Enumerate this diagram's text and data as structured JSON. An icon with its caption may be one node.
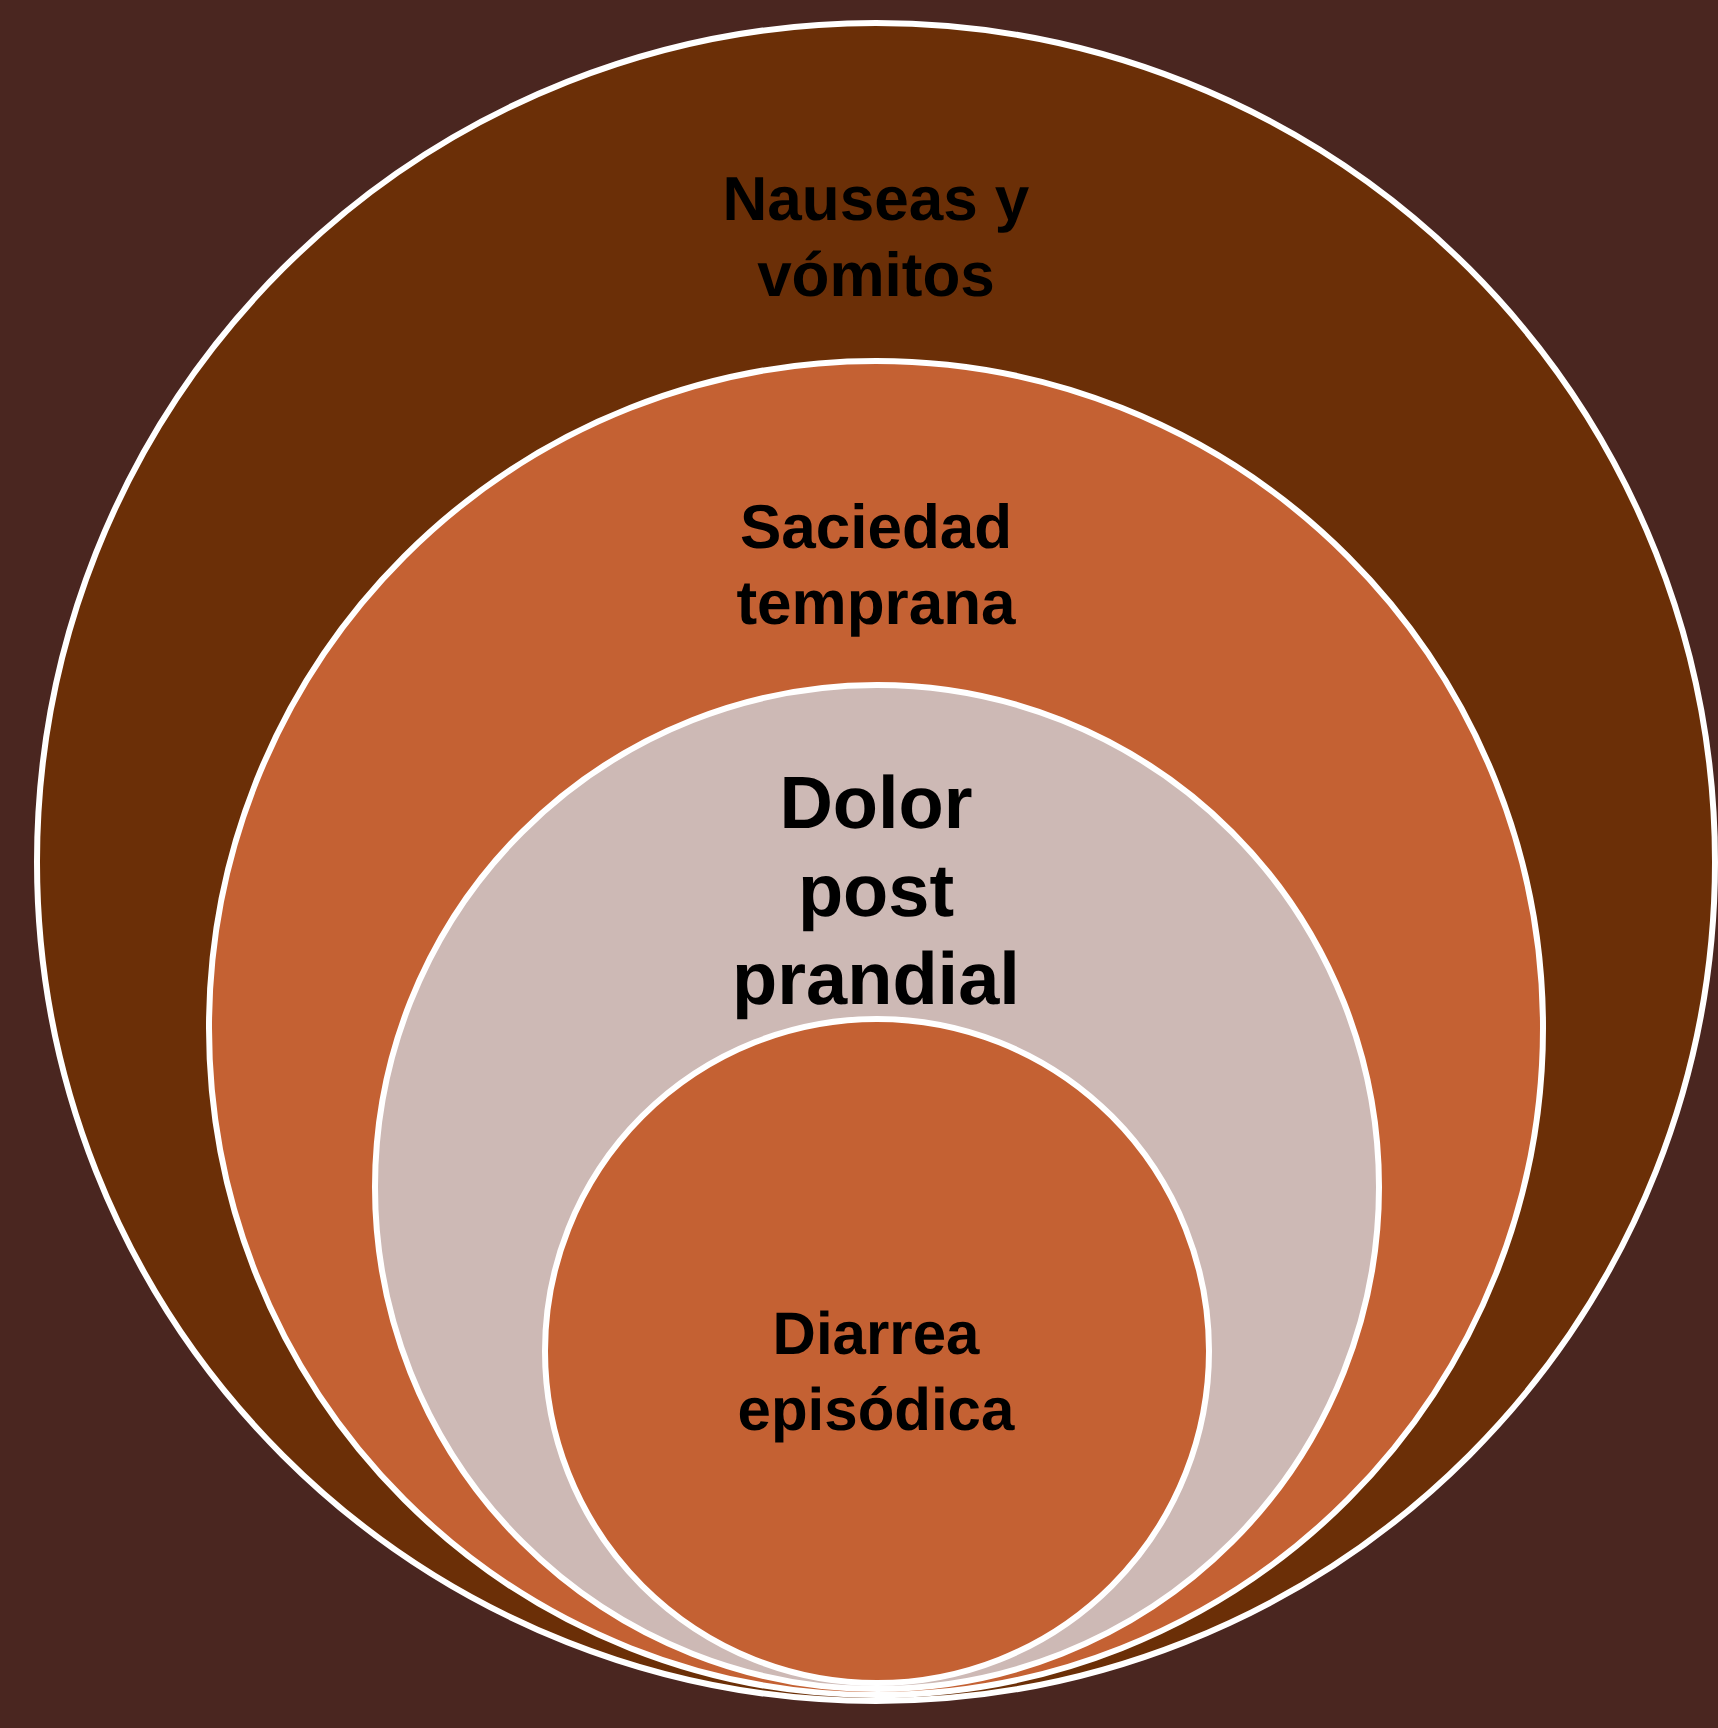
{
  "diagram": {
    "nodes": [
      {
        "text": [
          "Nauseas y vómitos"
        ]
      },
      {
        "text": [
          "Saciedad temprana"
        ],
        "in": 0
      },
      {
        "text": [
          "Dolor post prandial"
        ],
        "in": 1
      },
      {
        "text": [
          "Diarrea episódica"
        ],
        "in": 2
      }
    ]
  }
}
